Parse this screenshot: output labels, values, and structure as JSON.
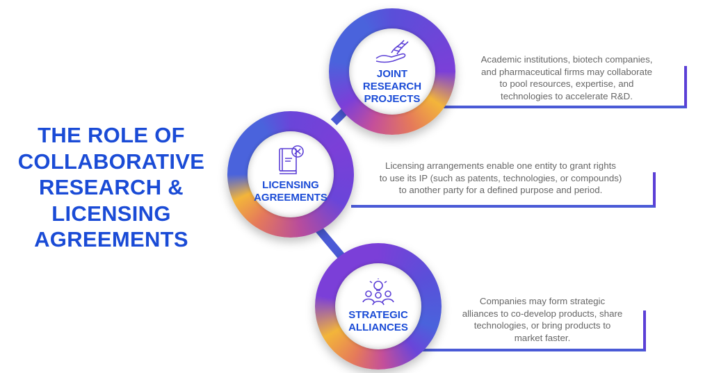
{
  "title": [
    "THE ROLE OF",
    "COLLABORATIVE",
    "RESEARCH &",
    "LICENSING",
    "AGREEMENTS"
  ],
  "items": [
    {
      "label": [
        "JOINT",
        "RESEARCH",
        "PROJECTS"
      ],
      "icon": "dna-hand-icon",
      "description": [
        "Academic institutions, biotech companies,",
        "and pharmaceutical firms may collaborate",
        "to pool resources, expertise, and",
        "technologies to accelerate R&D."
      ]
    },
    {
      "label": [
        "LICENSING",
        "AGREEMENTS"
      ],
      "icon": "book-dna-icon",
      "description": [
        "Licensing arrangements enable one entity to grant rights",
        "to use its IP (such as patents, technologies, or compounds)",
        "to another party for a defined purpose and period."
      ]
    },
    {
      "label": [
        "STRATEGIC",
        "ALLIANCES"
      ],
      "icon": "team-idea-icon",
      "description": [
        "Companies may form strategic",
        "alliances to co-develop products, share",
        "technologies, or bring products to",
        "market faster."
      ]
    }
  ],
  "colors": {
    "primary": "#1a4bd6",
    "ring_blue": "#4a63dc",
    "ring_purple": "#7b3fd8",
    "ring_yellow": "#f3b53a",
    "ring_pink": "#d94f86"
  }
}
